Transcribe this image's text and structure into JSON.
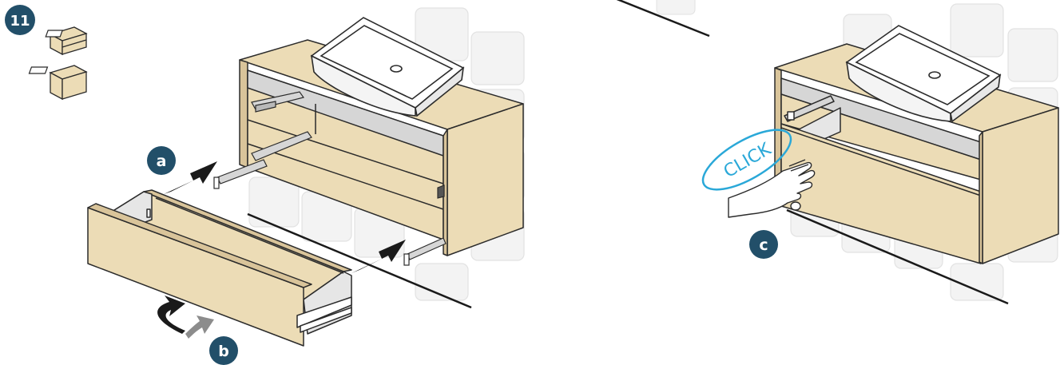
{
  "step": {
    "number": "11"
  },
  "labels": {
    "a": "a",
    "b": "b",
    "c": "c"
  },
  "click_text": "CLICK",
  "colors": {
    "badge": "#224f69",
    "wood": "#ecdcb6",
    "wood_dark": "#d9c49a",
    "outline": "#2b2b2b",
    "metal": "#d6d6d6",
    "tile": "#f3f3f3",
    "click": "#2aa8d8",
    "arrow_black": "#1a1a1a",
    "arrow_grey": "#8c8c8c"
  }
}
